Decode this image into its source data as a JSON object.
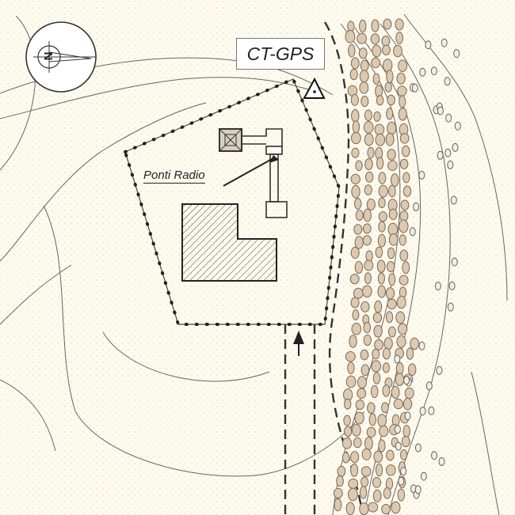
{
  "map": {
    "station_label": "CT-GPS",
    "antenna_label": "Ponti Radio",
    "compass_letter": "N",
    "colors": {
      "paper": "#fdfaf0",
      "stipple": "#efe3b8",
      "ink": "#333333",
      "stone_fill": "#dcc9b0"
    },
    "icons": [
      "compass-rose-icon",
      "survey-triangle-icon",
      "north-arrow-icon",
      "radio-tower-icon"
    ]
  }
}
